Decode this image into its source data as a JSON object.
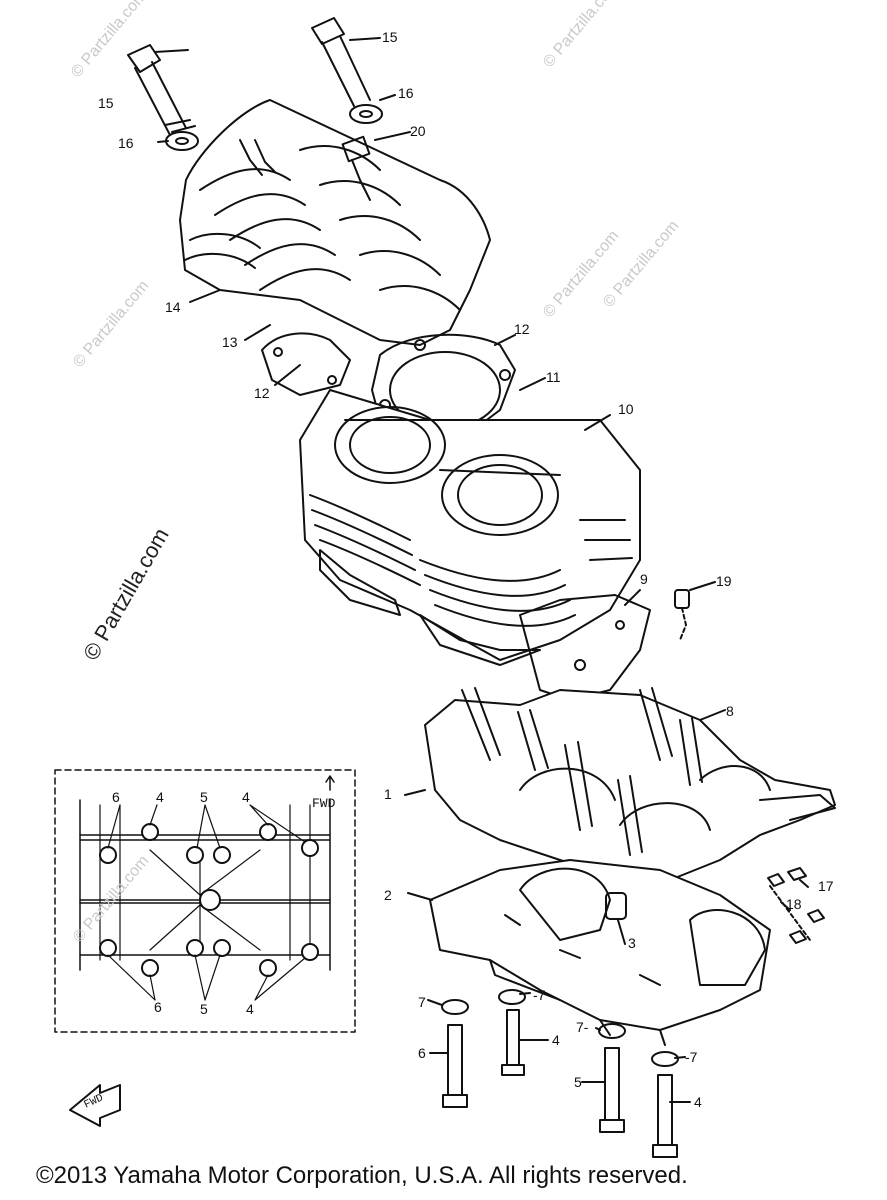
{
  "watermarks": {
    "text": "© Partzilla.com",
    "side": "© Partzilla.com"
  },
  "callouts": {
    "c1": "1",
    "c2": "2",
    "c3": "3",
    "c4a": "4",
    "c4b": "4",
    "c4c": "4",
    "c4d": "4",
    "c5a": "5",
    "c5b": "5",
    "c5c": "5",
    "c6a": "6",
    "c6b": "6",
    "c6c": "6",
    "c7a": "7",
    "c7b": "-7",
    "c7c": "7-",
    "c7d": "-7",
    "c8": "8",
    "c9": "9",
    "c10": "10",
    "c11": "11",
    "c12a": "12",
    "c12b": "12",
    "c13": "13",
    "c14": "14",
    "c15a": "15",
    "c15b": "15",
    "c16a": "16",
    "c16b": "16",
    "c17": "17",
    "c18": "18",
    "c19": "19",
    "c20": "20"
  },
  "inset": {
    "fwd_label": "FWD",
    "labels": {
      "top6": "6",
      "top4a": "4",
      "top5": "5",
      "top4b": "4",
      "bot6": "6",
      "bot5": "5",
      "bot4": "4"
    }
  },
  "fwd_arrow_label": "FWD",
  "copyright": "©2013 Yamaha Motor Corporation, U.S.A. All rights reserved."
}
